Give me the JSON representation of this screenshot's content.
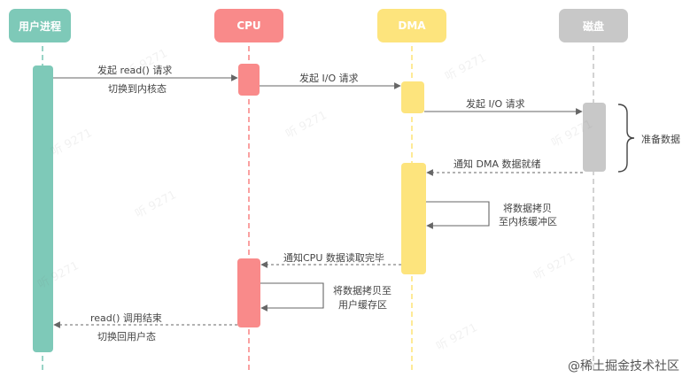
{
  "participants": [
    {
      "name": "用户进程",
      "color": "#7ec9b8"
    },
    {
      "name": "CPU",
      "color": "#f98a8a"
    },
    {
      "name": "DMA",
      "color": "#fde47d"
    },
    {
      "name": "磁盘",
      "color": "#c8c8c8"
    }
  ],
  "messages": {
    "m1_line1": "发起 read() 请求",
    "m1_line2": "切换到内核态",
    "m2": "发起 I/O 请求",
    "m3": "发起 I/O 请求",
    "m4": "通知 DMA 数据就绪",
    "m5_line1": "将数据拷贝",
    "m5_line2": "至内核缓冲区",
    "m6": "通知CPU 数据读取完毕",
    "m7_line1": "将数据拷贝至",
    "m7_line2": "用户缓存区",
    "m8_line1": "read() 调用结束",
    "m8_line2": "切换回用户态"
  },
  "side_note": "准备数据",
  "footer": "@稀土掘金技术社区"
}
